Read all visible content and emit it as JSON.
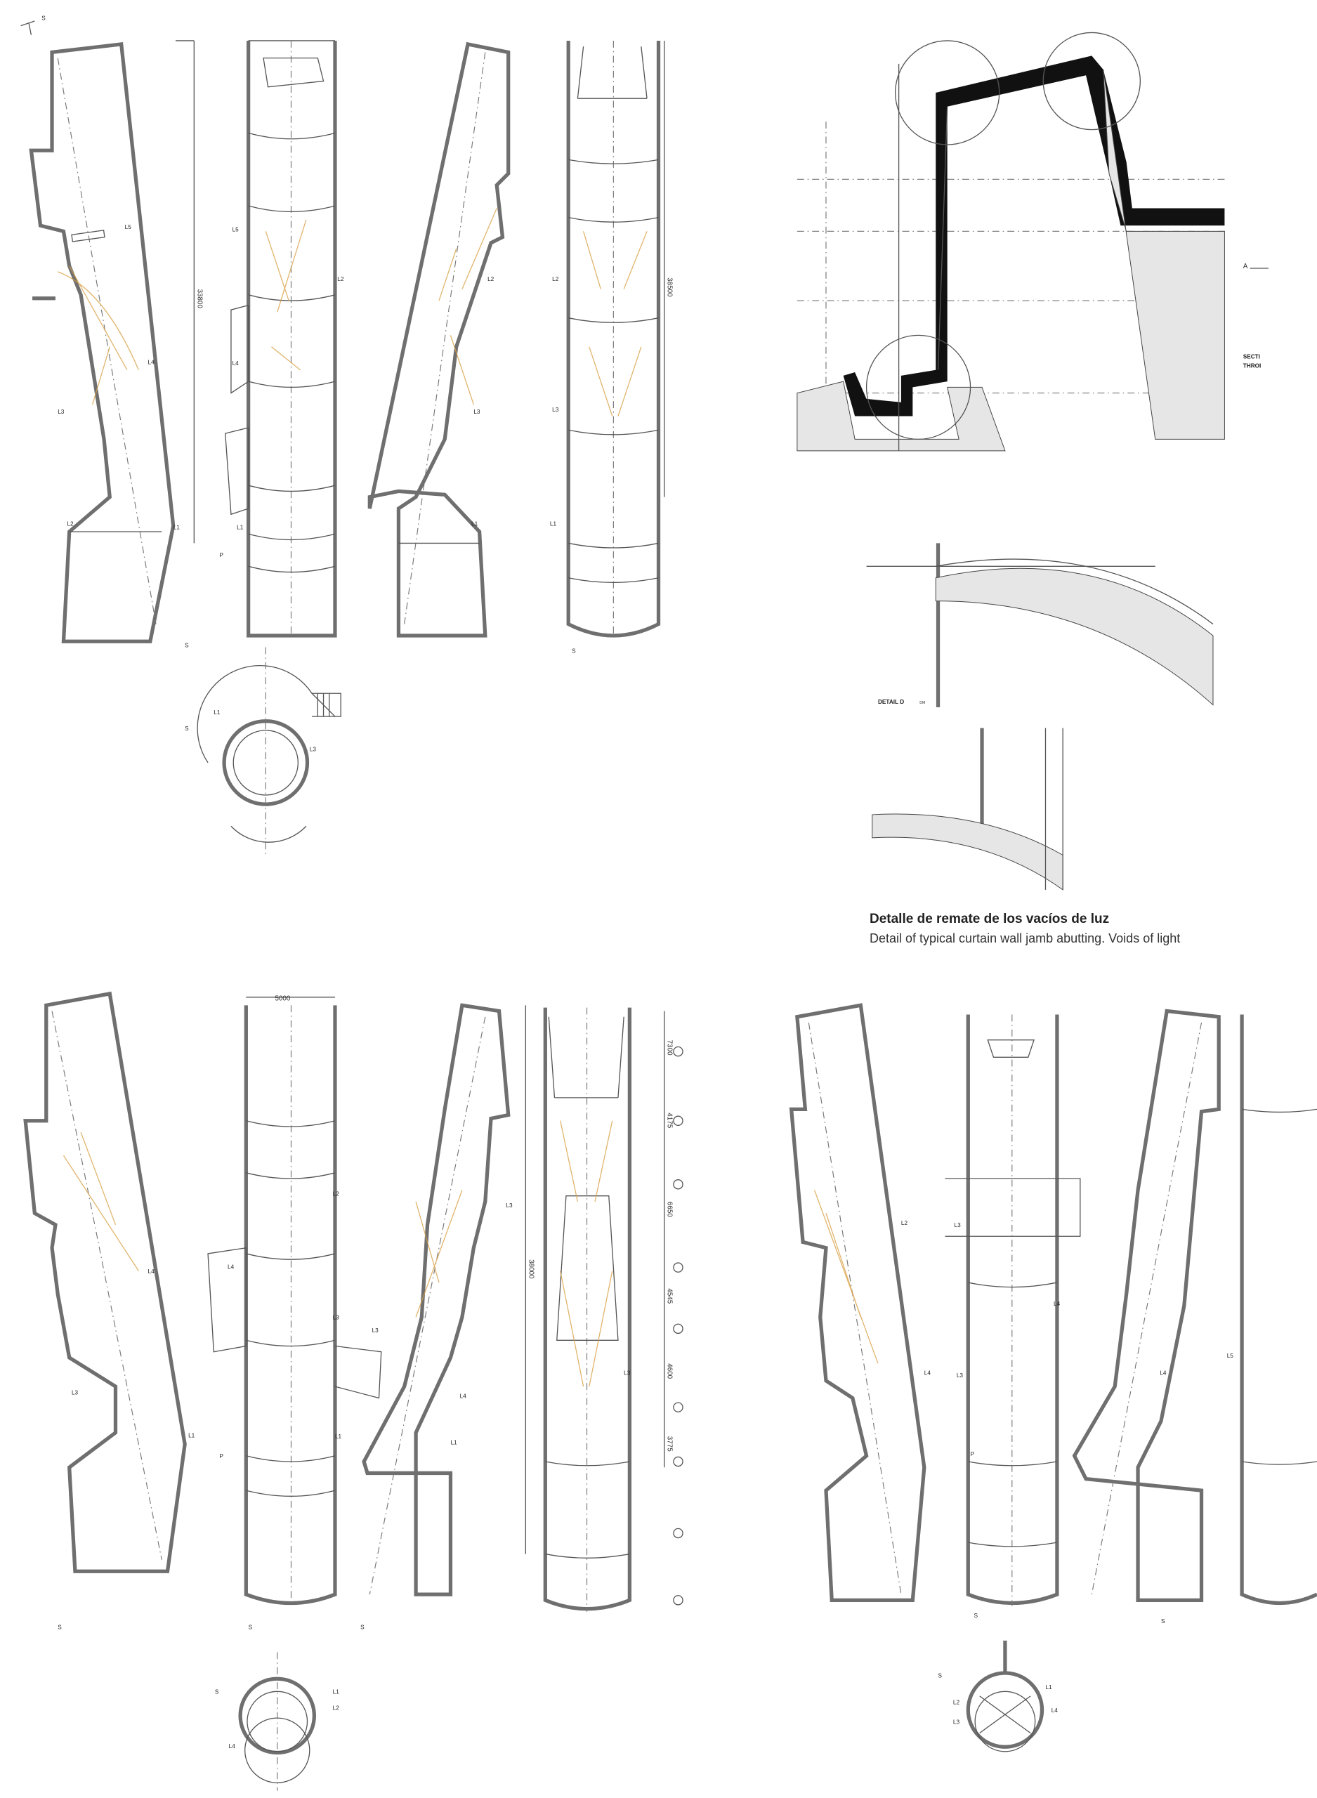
{
  "caption": {
    "title": "Detalle de remate de los vacíos de luz",
    "subtitle": "Detail of typical curtain wall jamb abutting. Voids of light"
  },
  "details": {
    "detail_d": "DETAIL D",
    "detail_d_scale": "DM",
    "section_marker": "A",
    "section_text_1": "SECTI",
    "section_text_2": "THROI"
  },
  "labels": {
    "l1": "L1",
    "l2": "L2",
    "l3": "L3",
    "l4": "L4",
    "l5": "L5",
    "s": "S",
    "p": "P"
  },
  "dimensions": {
    "top_height": "33800",
    "top_right_height": "38500",
    "bottom_width": "5000",
    "bottom_height": "38000",
    "levels": [
      "7300",
      "4175",
      "6650",
      "4545",
      "4600",
      "3775"
    ]
  },
  "colors": {
    "wall": "#6f6f6f",
    "light_rays": "#d9a24a"
  }
}
